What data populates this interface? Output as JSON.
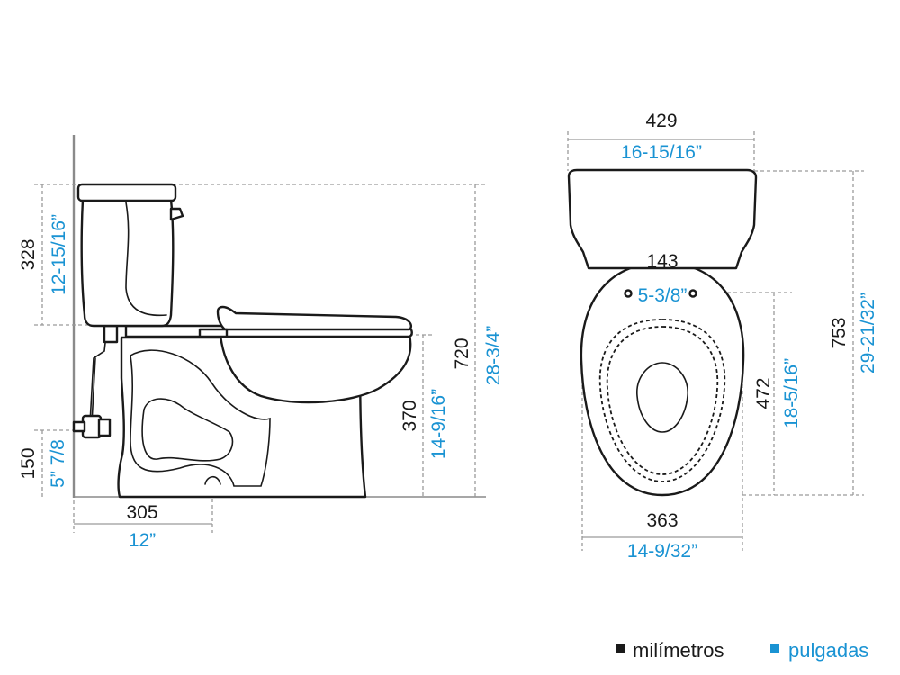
{
  "side_view": {
    "tank_height_mm": "328",
    "tank_height_in": "12-15/16”",
    "total_height_mm": "720",
    "total_height_in": "28-3/4”",
    "rim_height_mm": "370",
    "rim_height_in": "14-9/16”",
    "supply_height_mm": "150",
    "supply_height_in": "5” 7/8",
    "rough_in_mm": "305",
    "rough_in_in": "12”"
  },
  "top_view": {
    "tank_width_mm": "429",
    "tank_width_in": "16-15/16”",
    "bolt_spacing_mm": "143",
    "bolt_spacing_in": "5-3/8”",
    "bowl_length_mm": "472",
    "bowl_length_in": "18-5/16”",
    "total_length_mm": "753",
    "total_length_in": "29-21/32”",
    "bowl_width_mm": "363",
    "bowl_width_in": "14-9/32”"
  },
  "legend": {
    "metric_label": "milímetros",
    "metric_color": "#1a1a1a",
    "imperial_label": "pulgadas",
    "imperial_color": "#1a93d3"
  }
}
